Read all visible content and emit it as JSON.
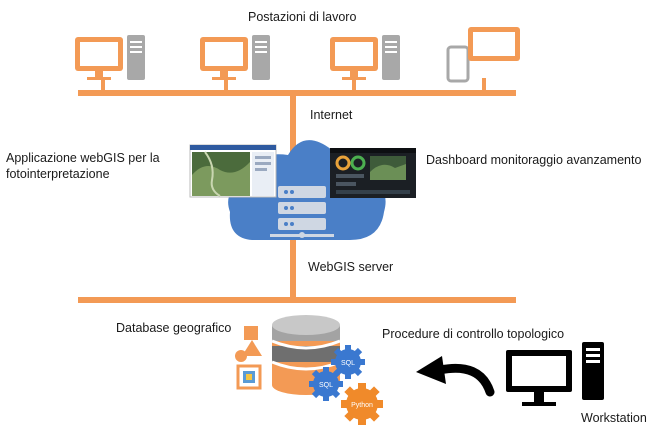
{
  "diagram": {
    "workstations_title": "Postazioni di lavoro",
    "internet_label": "Internet",
    "webgis_app_label": "Applicazione webGIS per la fotointerpretazione",
    "dashboard_label": "Dashboard monitoraggio avanzamento",
    "webgis_server_label": "WebGIS server",
    "database_label": "Database geografico",
    "topology_label": "Procedure di controllo topologico",
    "workstation_label": "Workstation",
    "gear_labels": [
      "SQL",
      "SQL",
      "Python"
    ]
  },
  "colors": {
    "orange": "#f39a55",
    "cloud": "#4a7fc7",
    "gear_blue": "#3a78d0",
    "gear_orange": "#f08a2a",
    "black": "#000000"
  },
  "icons": [
    "monitor-tower-icon",
    "tablet-monitor-icon",
    "cloud-server-icon",
    "database-icon",
    "shapes-icon",
    "gear-icon",
    "arrow-icon",
    "workstation-icon"
  ]
}
